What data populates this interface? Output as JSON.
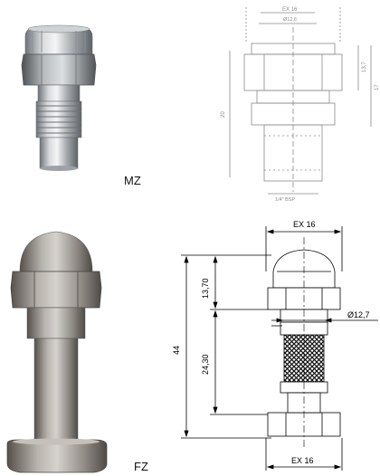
{
  "products": [
    {
      "model": "MZ",
      "photo_icon": "brass-connector-photo",
      "drawing": {
        "top_dim_1": "EX 16",
        "top_dim_2": "Ø12,6",
        "left_dim": "20",
        "right_dim_1": "13,7",
        "right_dim_2": "17",
        "bottom_dim": "1/4\" BSP"
      }
    },
    {
      "model": "FZ",
      "photo_icon": "steel-nozzle-photo",
      "drawing": {
        "top_dim": "EX 16",
        "upper_height": "13,70",
        "diameter": "Ø12,7",
        "total_height": "44",
        "lower_height": "24,30",
        "bottom_dim": "EX 16"
      }
    }
  ]
}
